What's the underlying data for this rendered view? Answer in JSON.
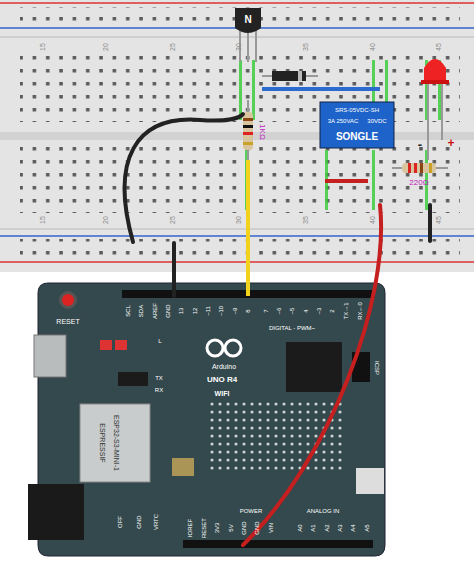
{
  "diagram": {
    "labels": [
      "N",
      "1KΩ",
      "SRS-05VDC-SH",
      "3A 250VAC",
      "30VDC",
      "SONGLE",
      "220Ω",
      "-",
      "+",
      "15",
      "20",
      "25",
      "30",
      "35",
      "40",
      "45",
      "15",
      "20",
      "25",
      "30",
      "35",
      "40",
      "45",
      "RESET",
      "SCL",
      "SDA",
      "AREF",
      "GND",
      "13",
      "12",
      "~11",
      "~10",
      "~9",
      "8",
      "7",
      "~6",
      "~5",
      "4",
      "~3",
      "2",
      "TX→1",
      "RX←0",
      "DIGITAL - PWM~",
      "L",
      "TX",
      "RX",
      "Arduino",
      "UNO R4",
      "WIFI",
      "ESPRESSIF",
      "ESP32-S3-MINI-1",
      "ICSP",
      "OFF",
      "GND",
      "VRTC",
      "IOREF",
      "RESET",
      "3V3",
      "5V",
      "GND",
      "GND",
      "VIN",
      "A0",
      "A1",
      "A2",
      "A3",
      "A4",
      "A5",
      "POWER",
      "ANALOG IN"
    ]
  }
}
